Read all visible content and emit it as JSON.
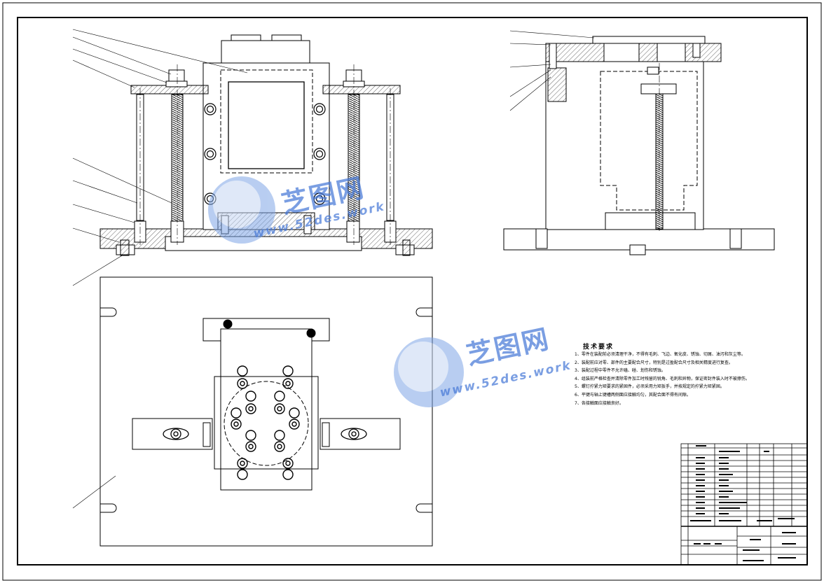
{
  "technical_requirements": {
    "title": "技术要求",
    "notes": [
      "1、零件在装配前必须清理干净，不得有毛刺、飞边、氧化皮、锈蚀、切屑、油污和灰尘等。",
      "2、装配前应对零、部件的主要配合尺寸，特别是过盈配合尺寸及相关精度进行复查。",
      "3、装配过程中零件不允许磕、碰、划伤和锈蚀。",
      "4、组装前严格检查并清除零件加工时残留的锐角、毛刺和异物，保证密封件装入时不被擦伤。",
      "5、螺钉拧紧力矩要求的紧固件，必须采用力矩扳手，并按规定的拧紧力矩紧固。",
      "6、平键与轴上键槽两侧面应接触均匀，其配合面不得有间隙。",
      "7、各接触面应接触良好。"
    ]
  },
  "watermarks": [
    {
      "cn": "芝图网",
      "url": "www.52des.work"
    },
    {
      "cn": "芝图网",
      "url": "www.52des.work"
    }
  ],
  "colors": {
    "line": "#000000",
    "watermark": "#4a78d8",
    "paper": "#ffffff"
  }
}
